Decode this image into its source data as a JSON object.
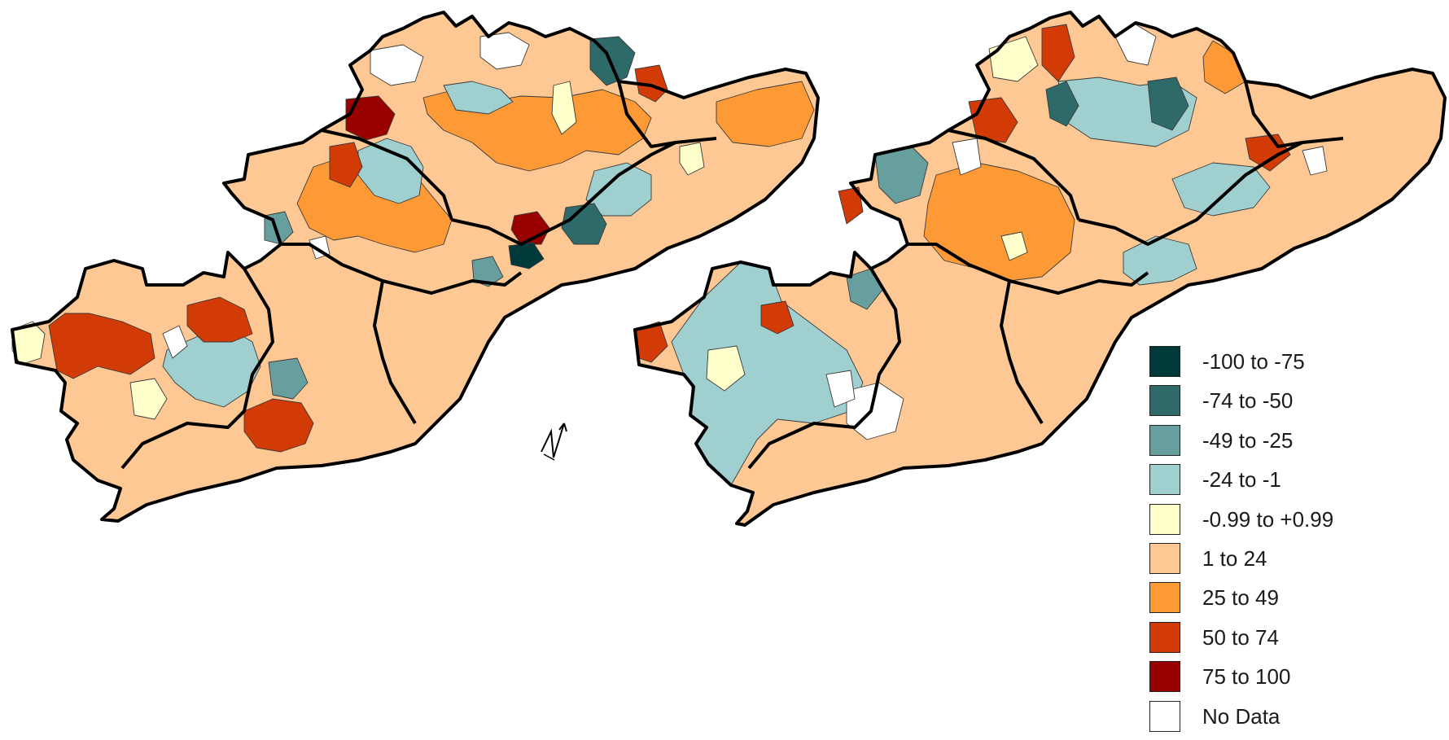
{
  "legend": {
    "items": [
      {
        "label": "-100 to -75",
        "color": "#00393a"
      },
      {
        "label": "-74 to -50",
        "color": "#2f6a6a"
      },
      {
        "label": "-49 to -25",
        "color": "#679f9f"
      },
      {
        "label": "-24 to -1",
        "color": "#9fcfcf"
      },
      {
        "label": "-0.99 to +0.99",
        "color": "#ffffcc"
      },
      {
        "label": "1 to 24",
        "color": "#fdc894"
      },
      {
        "label": "25 to 49",
        "color": "#fd9a35"
      },
      {
        "label": "50 to 74",
        "color": "#d23a06"
      },
      {
        "label": "75 to 100",
        "color": "#990000"
      },
      {
        "label": "No Data",
        "color": "#ffffff"
      }
    ]
  },
  "north_arrow": {
    "icon": "north-arrow-icon",
    "label": "N"
  },
  "maps": [
    {
      "name": "left-map",
      "dominant_classes": [
        "1 to 24",
        "25 to 49",
        "-24 to -1",
        "50 to 74"
      ]
    },
    {
      "name": "right-map",
      "dominant_classes": [
        "1 to 24",
        "-24 to -1",
        "25 to 49",
        "-49 to -25"
      ]
    }
  ]
}
